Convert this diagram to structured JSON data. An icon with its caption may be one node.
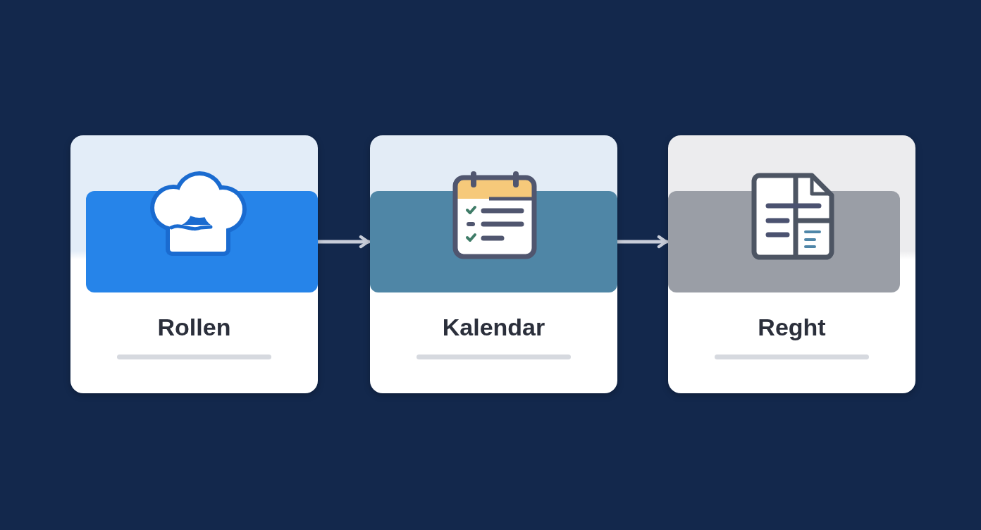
{
  "diagram": {
    "nodes": [
      {
        "text": [
          "Rollen"
        ]
      },
      {
        "text": [
          "Kalendar"
        ]
      },
      {
        "text": [
          "Reght"
        ]
      }
    ],
    "edges": [
      {
        "from": 0,
        "to": 1,
        "arrow": "to"
      },
      {
        "from": 1,
        "to": 2,
        "arrow": "to"
      }
    ]
  }
}
